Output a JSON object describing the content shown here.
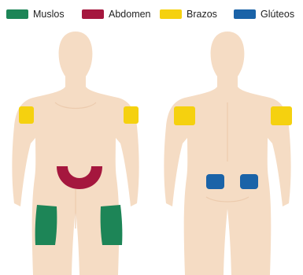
{
  "legend": [
    {
      "id": "muslos",
      "label": "Muslos",
      "color": "#1d8557"
    },
    {
      "id": "abdomen",
      "label": "Abdomen",
      "color": "#a5173e"
    },
    {
      "id": "brazos",
      "label": "Brazos",
      "color": "#f5d10f"
    },
    {
      "id": "gluteos",
      "label": "Glúteos",
      "color": "#1a63a8"
    }
  ],
  "colors": {
    "skin": "#f5dcc4",
    "skin_shade": "#eccbae"
  },
  "views": [
    "front-body",
    "back-body"
  ]
}
